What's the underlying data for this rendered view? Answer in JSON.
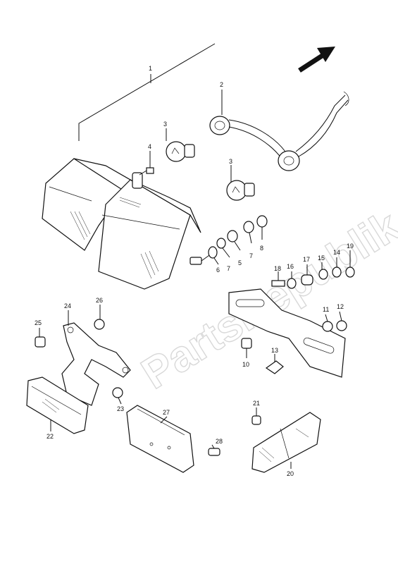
{
  "diagram": {
    "watermark": "PartsRepublik",
    "callouts": [
      {
        "id": "c1",
        "label": "1"
      },
      {
        "id": "c2",
        "label": "2"
      },
      {
        "id": "c3a",
        "label": "3"
      },
      {
        "id": "c3b",
        "label": "3"
      },
      {
        "id": "c4",
        "label": "4"
      },
      {
        "id": "c5",
        "label": "5"
      },
      {
        "id": "c6",
        "label": "6"
      },
      {
        "id": "c7a",
        "label": "7"
      },
      {
        "id": "c7b",
        "label": "7"
      },
      {
        "id": "c8",
        "label": "8"
      },
      {
        "id": "c10",
        "label": "10"
      },
      {
        "id": "c11",
        "label": "11"
      },
      {
        "id": "c12",
        "label": "12"
      },
      {
        "id": "c13",
        "label": "13"
      },
      {
        "id": "c14",
        "label": "14"
      },
      {
        "id": "c15",
        "label": "15"
      },
      {
        "id": "c16",
        "label": "16"
      },
      {
        "id": "c17",
        "label": "17"
      },
      {
        "id": "c18",
        "label": "18"
      },
      {
        "id": "c19",
        "label": "19"
      },
      {
        "id": "c20",
        "label": "20"
      },
      {
        "id": "c21",
        "label": "21"
      },
      {
        "id": "c22",
        "label": "22"
      },
      {
        "id": "c23",
        "label": "23"
      },
      {
        "id": "c24",
        "label": "24"
      },
      {
        "id": "c25",
        "label": "25"
      },
      {
        "id": "c26",
        "label": "26"
      },
      {
        "id": "c27",
        "label": "27"
      },
      {
        "id": "c28",
        "label": "28"
      }
    ]
  }
}
